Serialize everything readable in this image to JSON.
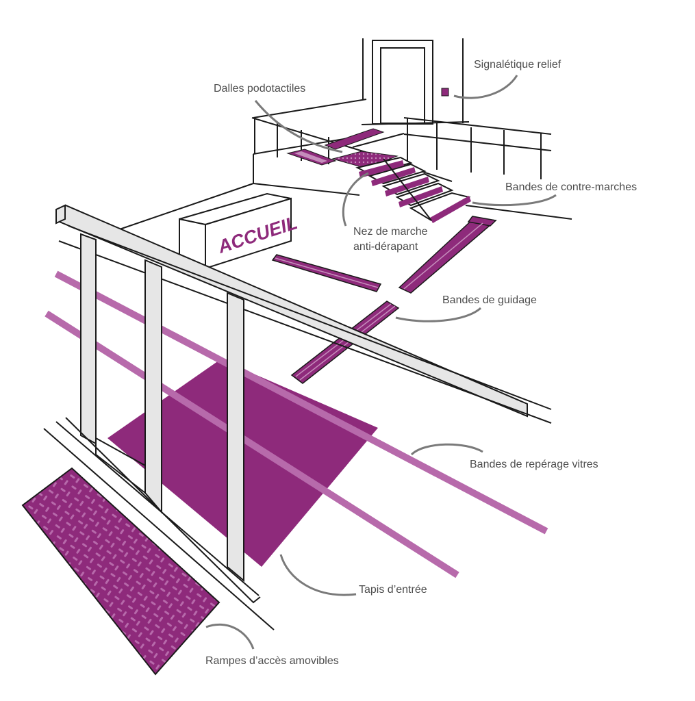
{
  "sign_text": "ACCUEIL",
  "colors": {
    "accent": "#8e2a7b",
    "accent_light": "#b76aab",
    "accent_dark": "#6e1d5f",
    "rail_fill": "#e6e6e6",
    "line": "#1a1a1a",
    "leader": "#7a7a7a",
    "label_text": "#4d4d4d"
  },
  "labels": {
    "signaletique": "Signalétique relief",
    "dalles": "Dalles podotactiles",
    "contre_marches": "Bandes de contre-marches",
    "nez_line1": "Nez de marche",
    "nez_line2": "anti-dérapant",
    "guidage": "Bandes de guidage",
    "reperage": "Bandes de repérage vitres",
    "tapis": "Tapis d’entrée",
    "rampes": "Rampes d’accès amovibles"
  }
}
